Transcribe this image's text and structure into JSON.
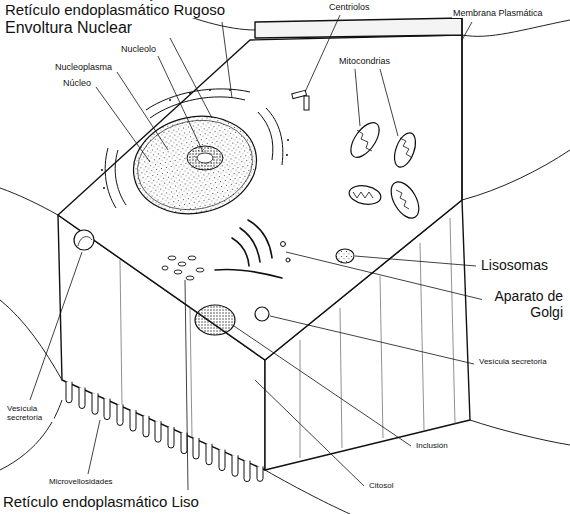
{
  "diagram": {
    "labels": [
      "Retículo endoplasmático Rugoso",
      "Envoltura Nuclear",
      "Centriolos",
      "Membrana Plasmática",
      "Nucleolo",
      "Mitocondrias",
      "Nucleoplasma",
      "Núcleo",
      "Lisosomas",
      "Aparato de Golgi",
      "Vesícula secretoria",
      "Vesícula secretoria",
      "Inclusión",
      "Citosol",
      "Microvellosidades",
      "Retículo endoplasmático Liso"
    ]
  }
}
